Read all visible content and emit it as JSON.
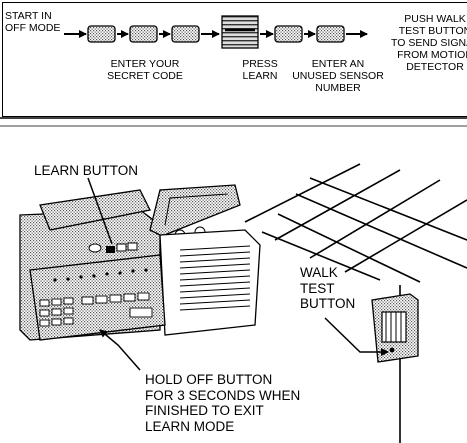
{
  "flow": {
    "start": [
      "START IN",
      "OFF MODE"
    ],
    "enter_code": [
      "ENTER YOUR",
      "SECRET CODE"
    ],
    "press_learn": [
      "PRESS",
      "LEARN"
    ],
    "enter_sensor": [
      "ENTER AN",
      "UNUSED SENSOR",
      "NUMBER"
    ],
    "push_walk": [
      "PUSH WALK",
      "TEST BUTTON",
      "TO SEND SIGNAL",
      "FROM MOTION",
      "DETECTOR"
    ]
  },
  "illustration": {
    "learn_button_label": "LEARN BUTTON",
    "walk_test_label": [
      "WALK",
      "TEST",
      "BUTTON"
    ],
    "hold_off_label": [
      "HOLD OFF BUTTON",
      "FOR 3 SECONDS WHEN",
      "FINISHED TO EXIT",
      "LEARN MODE"
    ]
  },
  "icons": [
    "right-arrow-icon",
    "keypad-key-icon",
    "learn-key-icon",
    "control-panel-icon",
    "motion-detector-icon",
    "ceiling-grid-icon"
  ]
}
